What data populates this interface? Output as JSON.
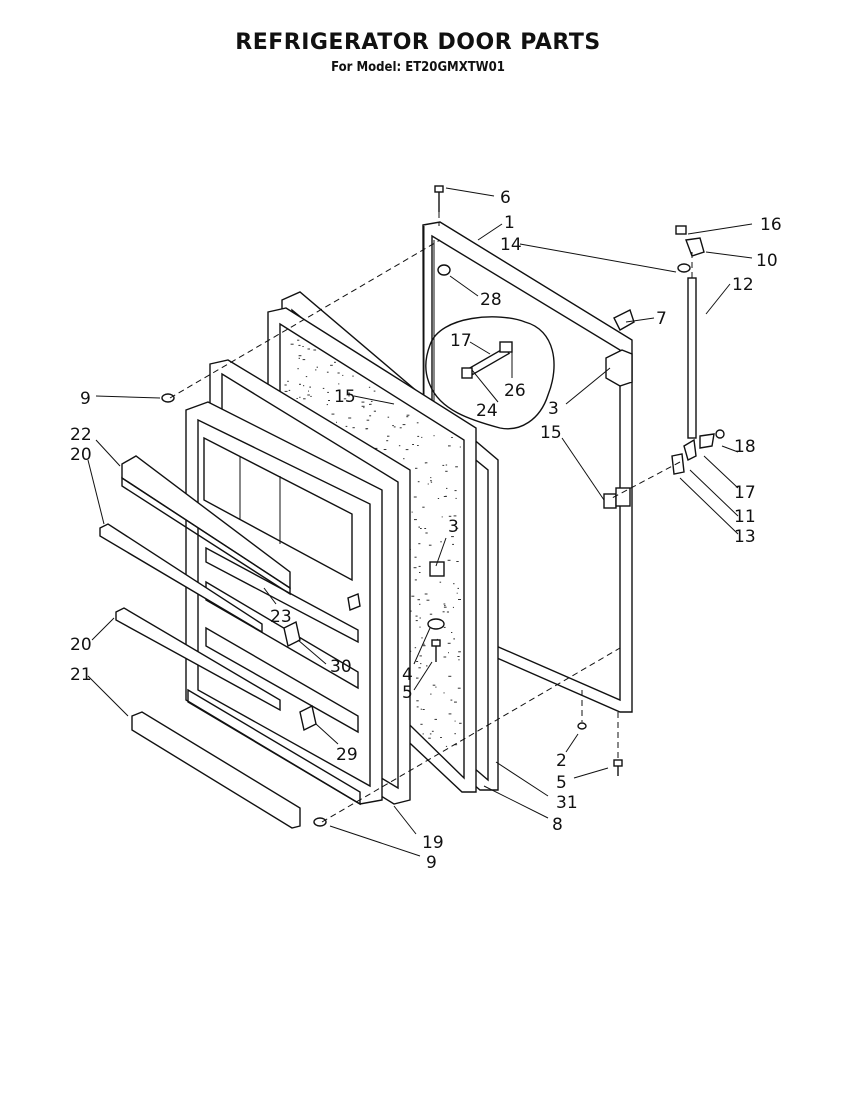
{
  "title": "REFRIGERATOR DOOR PARTS",
  "subtitle": "For Model: ET20GMXTW01",
  "callouts": [
    {
      "id": "c-6",
      "text": "6"
    },
    {
      "id": "c-1",
      "text": "1"
    },
    {
      "id": "c-16",
      "text": "16"
    },
    {
      "id": "c-14",
      "text": "14"
    },
    {
      "id": "c-10",
      "text": "10"
    },
    {
      "id": "c-12",
      "text": "12"
    },
    {
      "id": "c-28",
      "text": "28"
    },
    {
      "id": "c-7",
      "text": "7"
    },
    {
      "id": "c-17a",
      "text": "17"
    },
    {
      "id": "c-26",
      "text": "26"
    },
    {
      "id": "c-24",
      "text": "24"
    },
    {
      "id": "c-3a",
      "text": "3"
    },
    {
      "id": "c-15a",
      "text": "15"
    },
    {
      "id": "c-15b",
      "text": "15"
    },
    {
      "id": "c-9a",
      "text": "9"
    },
    {
      "id": "c-22",
      "text": "22"
    },
    {
      "id": "c-20a",
      "text": "20"
    },
    {
      "id": "c-18",
      "text": "18"
    },
    {
      "id": "c-17b",
      "text": "17"
    },
    {
      "id": "c-11",
      "text": "11"
    },
    {
      "id": "c-13",
      "text": "13"
    },
    {
      "id": "c-3b",
      "text": "3"
    },
    {
      "id": "c-23",
      "text": "23"
    },
    {
      "id": "c-20b",
      "text": "20"
    },
    {
      "id": "c-30",
      "text": "30"
    },
    {
      "id": "c-21",
      "text": "21"
    },
    {
      "id": "c-4",
      "text": "4"
    },
    {
      "id": "c-5a",
      "text": "5"
    },
    {
      "id": "c-29",
      "text": "29"
    },
    {
      "id": "c-2",
      "text": "2"
    },
    {
      "id": "c-5b",
      "text": "5"
    },
    {
      "id": "c-31",
      "text": "31"
    },
    {
      "id": "c-8",
      "text": "8"
    },
    {
      "id": "c-19",
      "text": "19"
    },
    {
      "id": "c-9b",
      "text": "9"
    }
  ]
}
